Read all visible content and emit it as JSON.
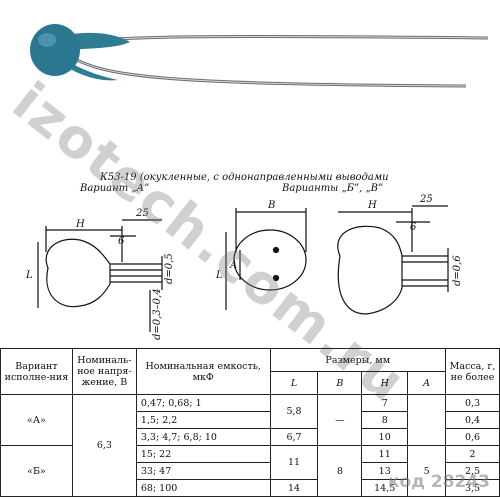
{
  "caption": "К53-19 (окукленные, с однонаправленными выводами",
  "variant_a_label": "Вариант „А”",
  "variant_bv_label": "Варианты „Б”, „В”",
  "dims": {
    "H": "H",
    "dim25": "25",
    "dim6": "6",
    "L": "L",
    "d05": "d=0,5",
    "d0304": "d=0,3–0,4",
    "B": "B",
    "A": "A",
    "d06": "d=0,6"
  },
  "table": {
    "headers": {
      "variant": "Вариант исполне-ния",
      "voltage": "Номиналь-ное напря-жение, В",
      "capacity": "Номинальная емкость, мкФ",
      "sizes": "Размеры, мм",
      "L": "L",
      "B": "B",
      "H": "H",
      "A": "A",
      "mass": "Масса, г, не более"
    },
    "rows": [
      {
        "variant": "«А»",
        "voltage": "",
        "capacity": "0,47; 0,68; 1",
        "L": "5,8",
        "B": "—",
        "H": "7",
        "A": "",
        "mass": "0,3"
      },
      {
        "variant": "",
        "voltage": "",
        "capacity": "1,5; 2,2",
        "L": "",
        "B": "",
        "H": "8",
        "A": "",
        "mass": "0,4"
      },
      {
        "variant": "",
        "voltage": "",
        "capacity": "3,3; 4,7; 6,8; 10",
        "L": "6,7",
        "B": "",
        "H": "10",
        "A": "",
        "mass": "0,6"
      },
      {
        "variant": "«Б»",
        "voltage": "6,3",
        "capacity": "15; 22",
        "L": "11",
        "B": "8",
        "H": "11",
        "A": "",
        "mass": "2"
      },
      {
        "variant": "",
        "voltage": "",
        "capacity": "33; 47",
        "L": "",
        "B": "",
        "H": "13",
        "A": "5",
        "mass": "2,5"
      },
      {
        "variant": "",
        "voltage": "",
        "capacity": "68; 100",
        "L": "14",
        "B": "",
        "H": "14,5",
        "A": "",
        "mass": "3,5"
      }
    ]
  },
  "watermark": "izotech.com.ru",
  "kod": "код 28243"
}
